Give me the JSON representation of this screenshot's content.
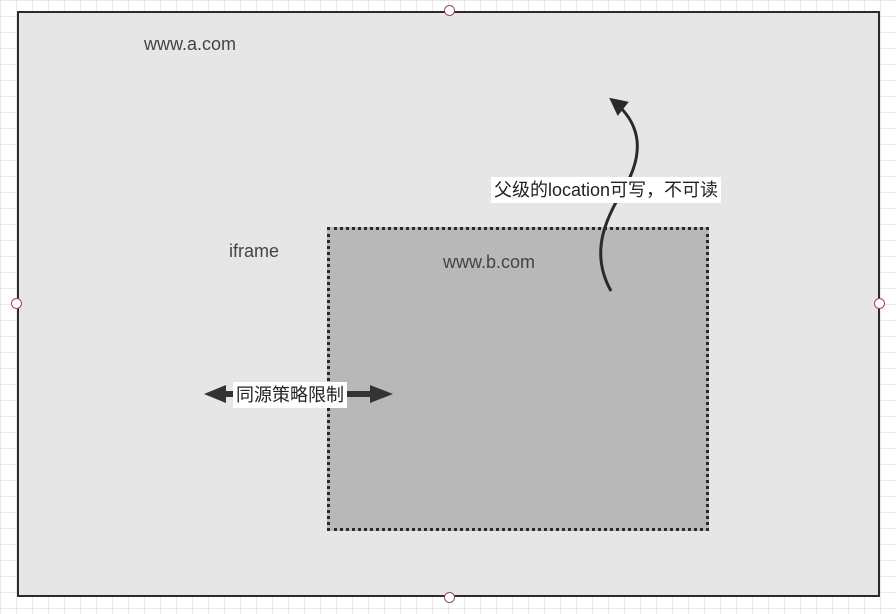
{
  "outer_domain": "www.a.com",
  "frame_label": "iframe",
  "inner_domain": "www.b.com",
  "parent_location_note": "父级的location可写，不可读",
  "same_origin_note": "同源策略限制",
  "colors": {
    "outer_fill": "#e6e6e6",
    "inner_fill": "#b8b8b8",
    "border": "#2b2b2b",
    "handle_stroke": "#9a4a5a"
  }
}
